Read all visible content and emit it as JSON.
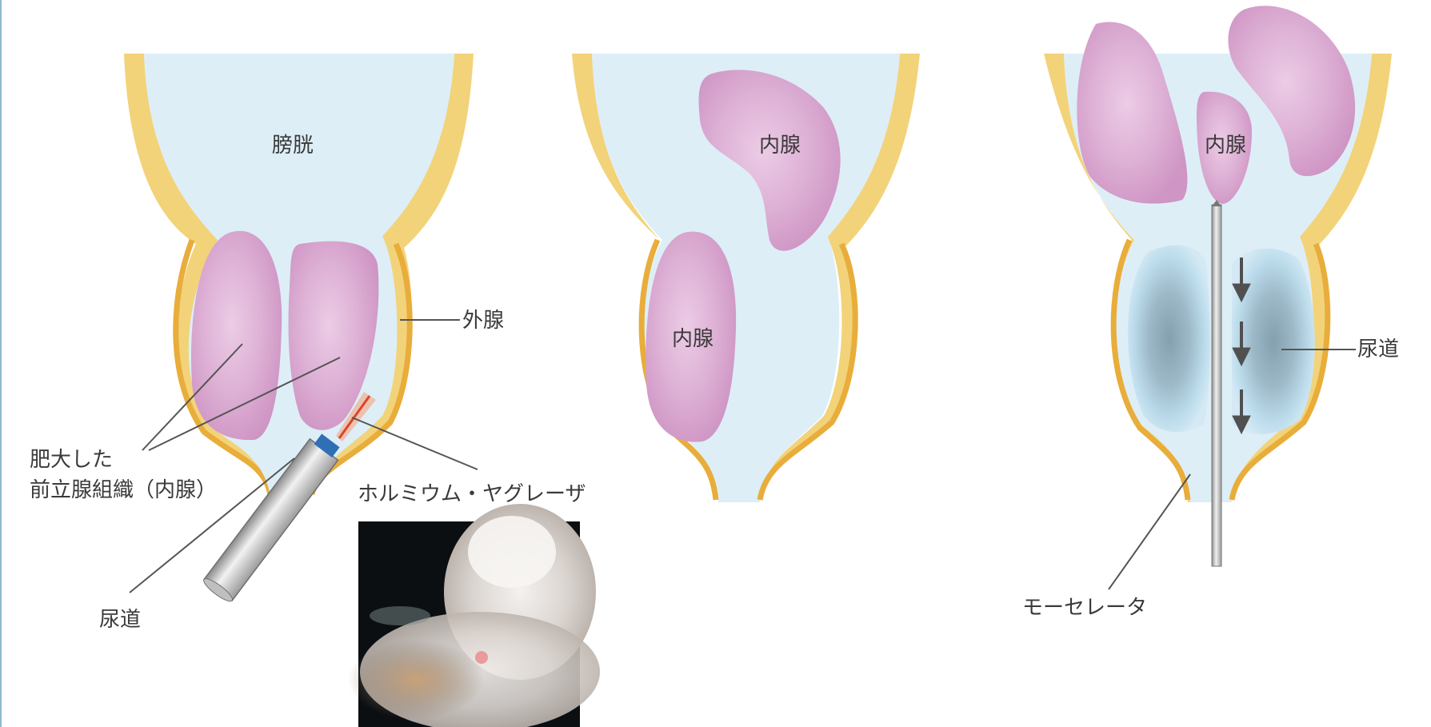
{
  "panel1": {
    "bladder": "膀胱",
    "outer_gland": "外腺",
    "hypertrophic_tissue_line1": "肥大した",
    "hypertrophic_tissue_line2": "前立腺組織（内腺）",
    "laser": "ホルミウム・ヤグレーザ",
    "urethra": "尿道"
  },
  "panel2": {
    "inner_gland_top": "内腺",
    "inner_gland_side": "内腺"
  },
  "panel3": {
    "inner_gland": "内腺",
    "urethra": "尿道",
    "morcellator": "モーセレータ"
  },
  "colors": {
    "bladder_fill": "#ddeef7",
    "wall_yellow": "#f2d37a",
    "wall_orange": "#e8ad3a",
    "gland_pink": "#d9a3cf",
    "gland_highlight": "#e8c6e2",
    "cavity_blue": "#a9cde0",
    "cavity_dark": "#7f9eac",
    "arrow_gray": "#555555",
    "leader_gray": "#555555"
  },
  "inset_photo": {
    "subject": "endoscopic-view"
  }
}
